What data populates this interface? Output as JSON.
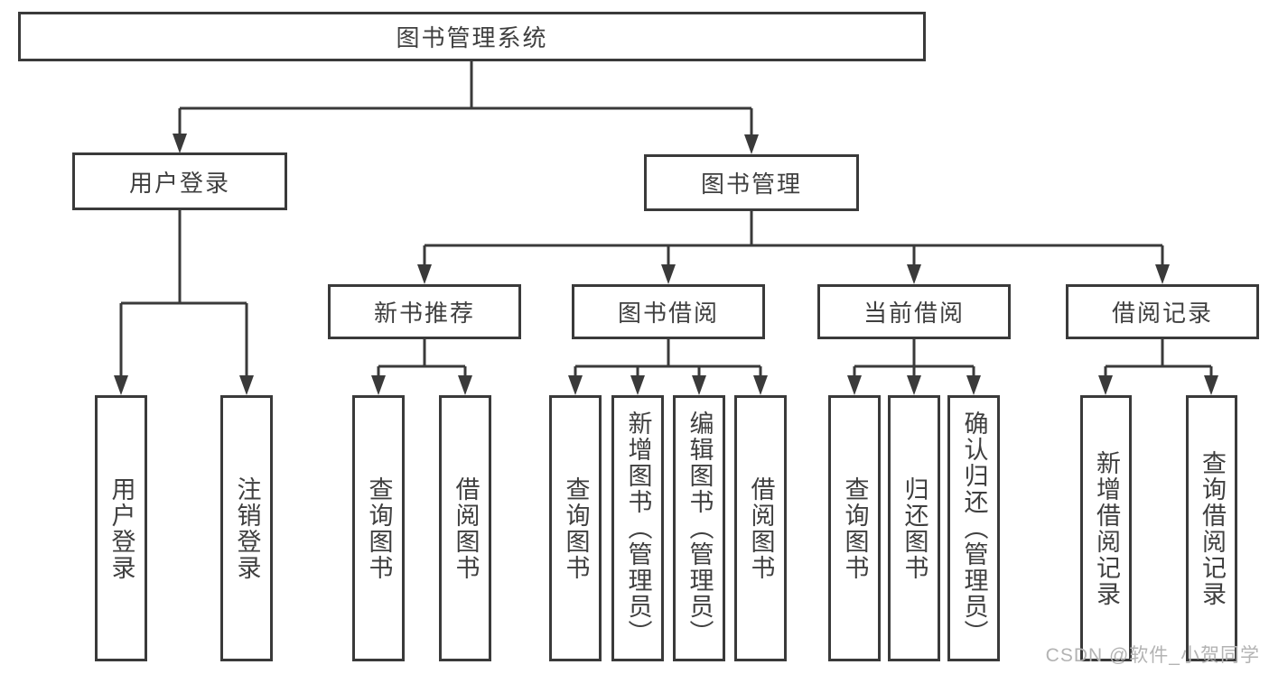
{
  "diagram": {
    "root": {
      "label": "图书管理系统",
      "children": [
        {
          "label": "用户登录",
          "children": [
            {
              "label": "用户登录"
            },
            {
              "label": "注销登录"
            }
          ]
        },
        {
          "label": "图书管理",
          "children": [
            {
              "label": "新书推荐",
              "children": [
                {
                  "label": "查询图书"
                },
                {
                  "label": "借阅图书"
                }
              ]
            },
            {
              "label": "图书借阅",
              "children": [
                {
                  "label": "查询图书"
                },
                {
                  "label": "新增图书（管理员）"
                },
                {
                  "label": "编辑图书（管理员）"
                },
                {
                  "label": "借阅图书"
                }
              ]
            },
            {
              "label": "当前借阅",
              "children": [
                {
                  "label": "查询图书"
                },
                {
                  "label": "归还图书"
                },
                {
                  "label": "确认归还（管理员）"
                }
              ]
            },
            {
              "label": "借阅记录",
              "children": [
                {
                  "label": "新增借阅记录"
                },
                {
                  "label": "查询借阅记录"
                }
              ]
            }
          ]
        }
      ]
    }
  },
  "watermark": "CSDN @软件_小贺同学",
  "colors": {
    "ink": "#3a3a3a",
    "text": "#3f3f3f",
    "wm": "#b3b3b3"
  }
}
